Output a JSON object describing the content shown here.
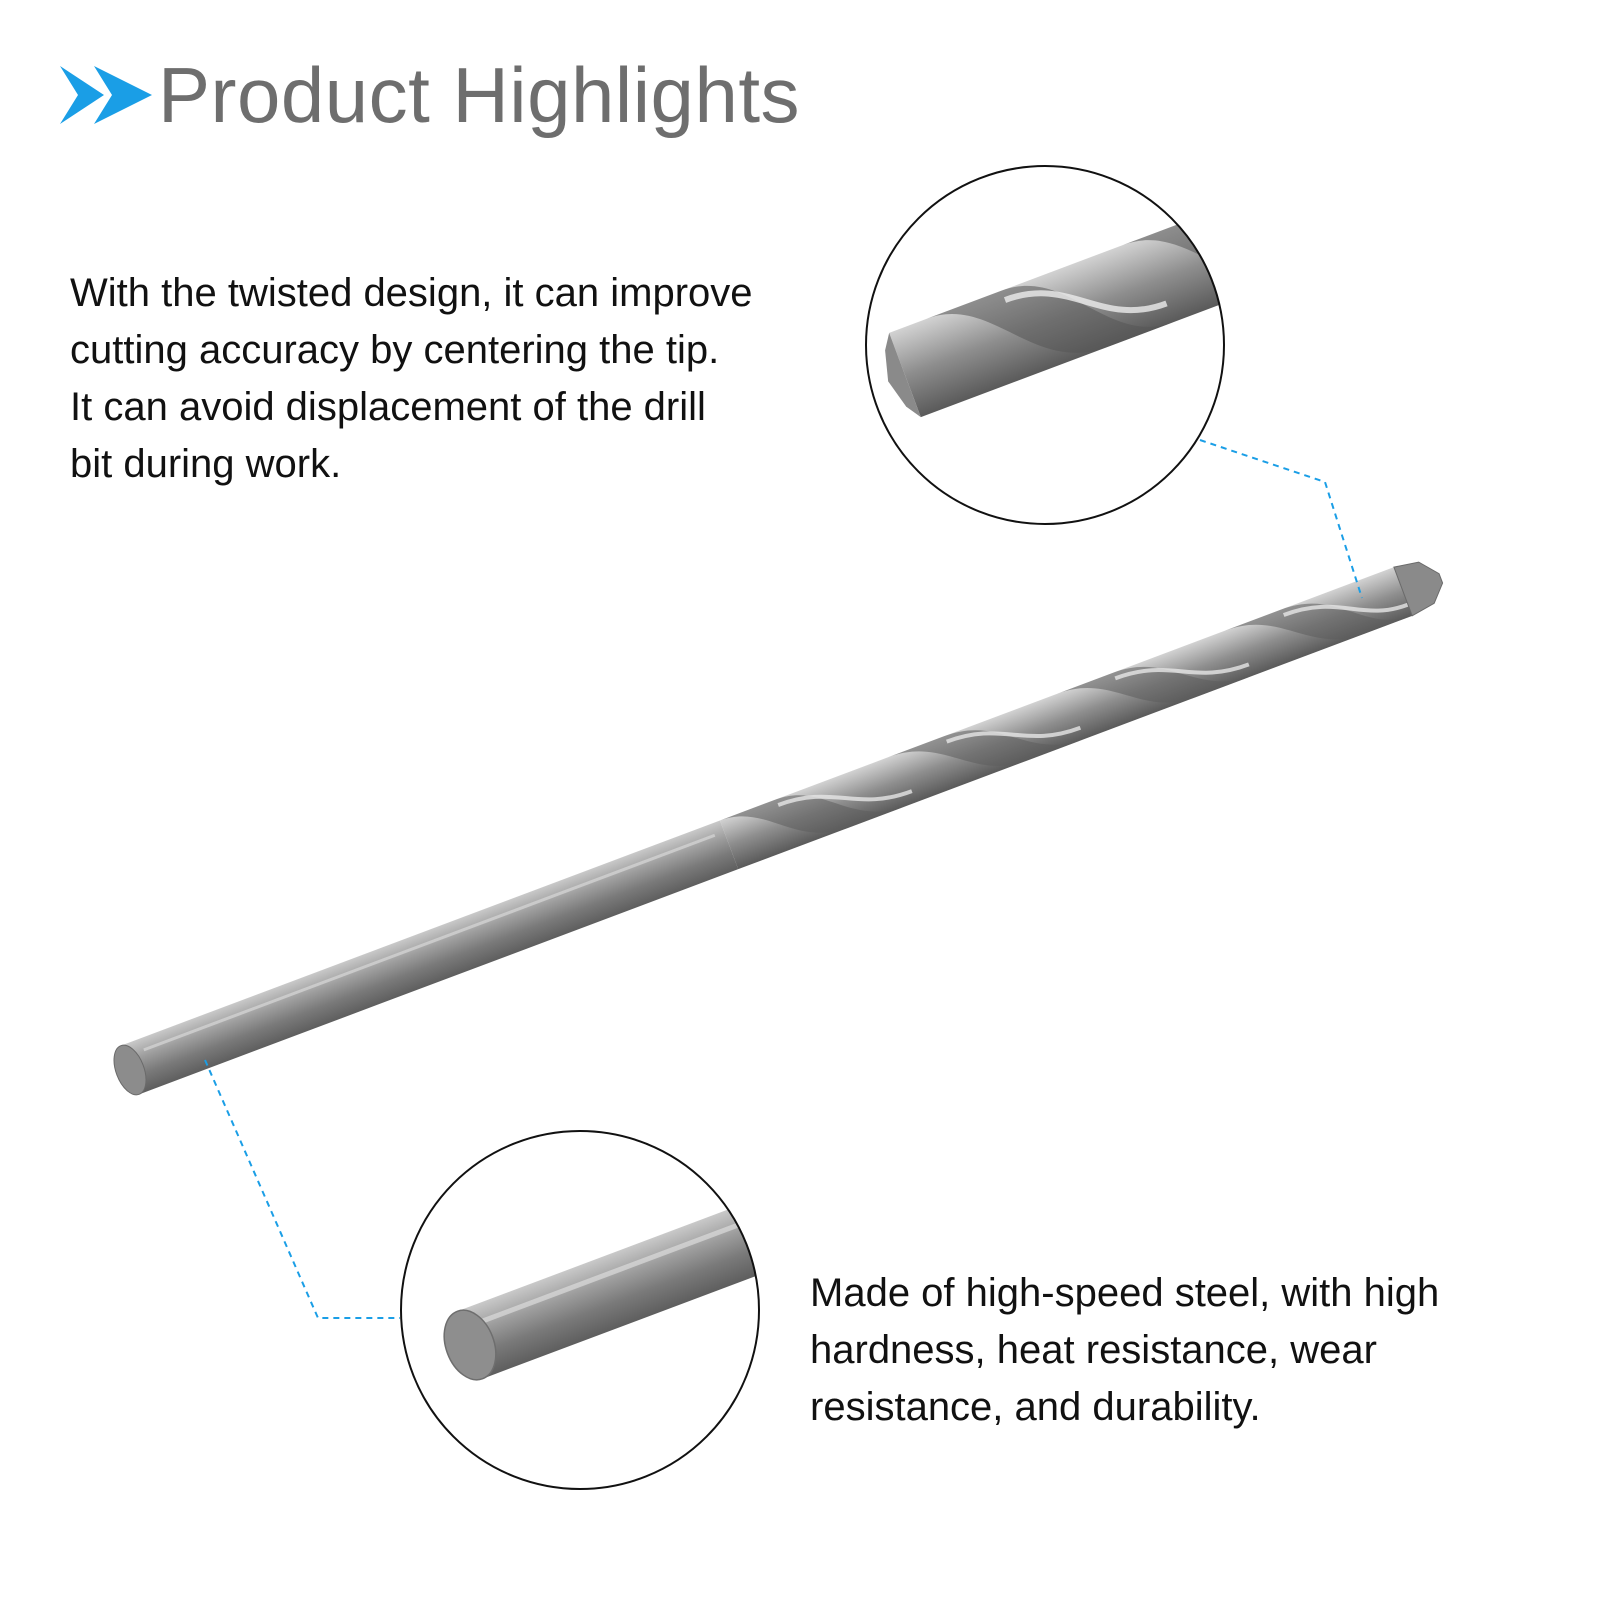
{
  "header": {
    "title": "Product Highlights",
    "accent_color": "#1a9ee6",
    "icon": "double-chevron-right-icon"
  },
  "features": {
    "twist": {
      "lines": [
        "With the twisted design, it can improve",
        "cutting accuracy by centering the tip.",
        "It can avoid displacement of the drill",
        "bit during work."
      ]
    },
    "material": {
      "lines": [
        "Made of high-speed steel, with high",
        "hardness, heat resistance, wear",
        "resistance, and durability."
      ]
    }
  },
  "colors": {
    "title_text": "#6e6e6e",
    "body_text": "#111111",
    "callout_line": "#1a9ee6",
    "circle_stroke": "#111111"
  }
}
